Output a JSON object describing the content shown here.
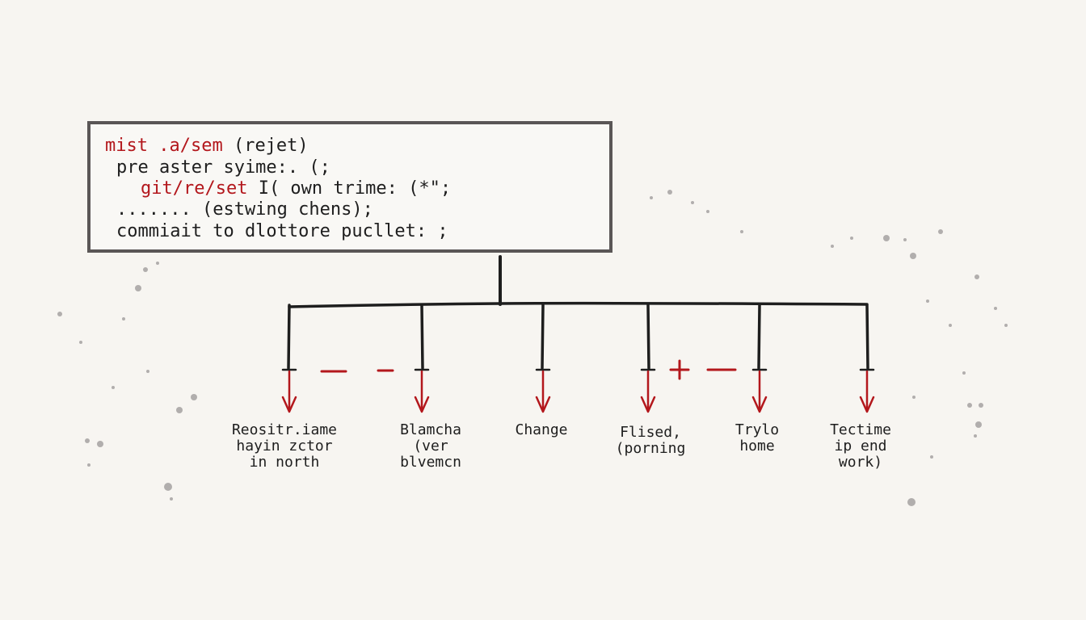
{
  "code": {
    "lines": [
      {
        "kw": "mist .a/sem",
        "rest": " (rejet)"
      },
      {
        "kw": "",
        "rest": "pre aster syime:. (;"
      },
      {
        "kw": "git/re/set",
        "rest": " I( own trime: (*\";"
      },
      {
        "kw": "",
        "rest": "....... (estwing chens);"
      },
      {
        "kw": "",
        "rest": "commiait to dlottore pucllet: ;"
      }
    ]
  },
  "branches": [
    {
      "label": "Reositr.iame\nhayin zctor\nin north"
    },
    {
      "label": "Blamcha\n(ver\nblvemcn"
    },
    {
      "label": "Change"
    },
    {
      "label": "Flised,\n(porning"
    },
    {
      "label": "Trylo\nhome"
    },
    {
      "label": "Tectime\nip end\nwork)"
    }
  ],
  "connectors": [
    {
      "symbol": "– –"
    },
    {
      "symbol": "+ –"
    }
  ],
  "colors": {
    "ink": "#1e1e1e",
    "accent": "#b3171c",
    "box_border": "#5a5656",
    "background": "#f7f5f1"
  }
}
